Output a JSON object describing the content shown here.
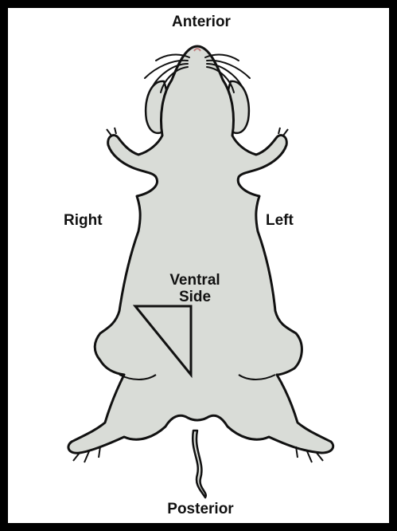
{
  "labels": {
    "anterior": "Anterior",
    "posterior": "Posterior",
    "right": "Right",
    "left": "Left",
    "ventral_line1": "Ventral",
    "ventral_line2": "Side"
  },
  "colors": {
    "body_fill": "#d9dcd7",
    "outline": "#111111",
    "frame": "#000000",
    "background": "#ffffff"
  }
}
